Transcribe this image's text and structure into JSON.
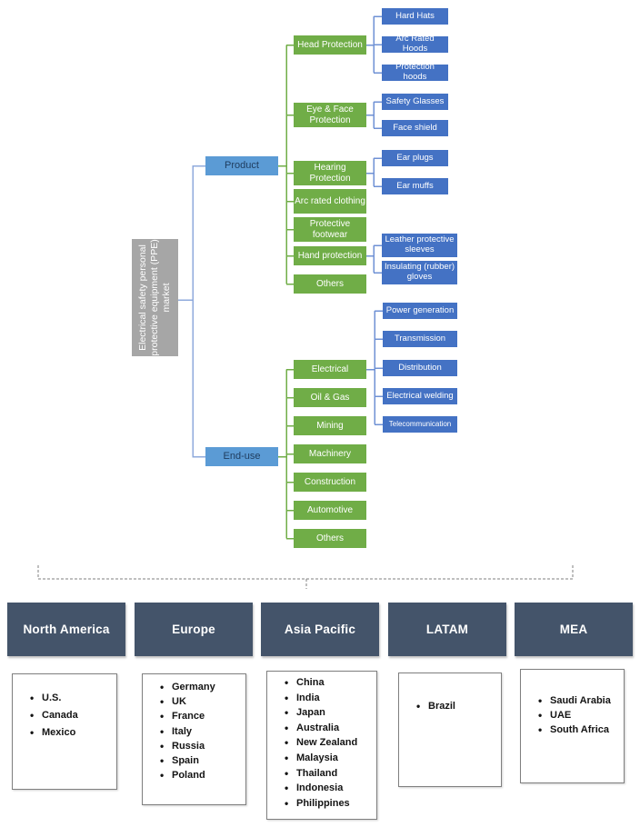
{
  "tree": {
    "root_label": "Electrical safety personal protective equipment (PPE) market",
    "product": {
      "label": "Product",
      "segments": [
        {
          "label": "Head Protection"
        },
        {
          "label": "Eye & Face Protection"
        },
        {
          "label": "Hearing Protection"
        },
        {
          "label": "Arc rated clothing"
        },
        {
          "label": "Protective footwear"
        },
        {
          "label": "Hand protection"
        },
        {
          "label": "Others"
        }
      ],
      "subsegments": [
        {
          "label": "Hard Hats",
          "parent": "Head Protection"
        },
        {
          "label": "Arc Rated Hoods",
          "parent": "Head Protection"
        },
        {
          "label": "Protection hoods",
          "parent": "Head Protection"
        },
        {
          "label": "Safety Glasses",
          "parent": "Eye & Face Protection"
        },
        {
          "label": "Face shield",
          "parent": "Eye & Face Protection"
        },
        {
          "label": "Ear plugs",
          "parent": "Hearing Protection"
        },
        {
          "label": "Ear muffs",
          "parent": "Hearing Protection"
        },
        {
          "label": "Leather protective sleeves",
          "parent": "Hand protection"
        },
        {
          "label": "Insulating (rubber) gloves",
          "parent": "Hand protection"
        }
      ]
    },
    "end_use": {
      "label": "End-use",
      "segments": [
        {
          "label": "Electrical"
        },
        {
          "label": "Oil & Gas"
        },
        {
          "label": "Mining"
        },
        {
          "label": "Machinery"
        },
        {
          "label": "Construction"
        },
        {
          "label": "Automotive"
        },
        {
          "label": "Others"
        }
      ],
      "subsegments": [
        {
          "label": "Power generation",
          "parent": "Electrical"
        },
        {
          "label": "Transmission",
          "parent": "Electrical"
        },
        {
          "label": "Distribution",
          "parent": "Electrical"
        },
        {
          "label": "Electrical welding",
          "parent": "Electrical"
        },
        {
          "label": "Telecommunication",
          "parent": "Electrical"
        }
      ]
    }
  },
  "regions": [
    {
      "name": "North America",
      "countries": [
        "U.S.",
        "Canada",
        "Mexico"
      ]
    },
    {
      "name": "Europe",
      "countries": [
        "Germany",
        "UK",
        "France",
        "Italy",
        "Russia",
        "Spain",
        "Poland"
      ]
    },
    {
      "name": "Asia Pacific",
      "countries": [
        "China",
        "India",
        "Japan",
        "Australia",
        "New Zealand",
        "Malaysia",
        "Thailand",
        "Indonesia",
        "Philippines"
      ]
    },
    {
      "name": "LATAM",
      "countries": [
        "Brazil"
      ]
    },
    {
      "name": "MEA",
      "countries": [
        "Saudi Arabia",
        "UAE",
        "South Africa"
      ]
    }
  ],
  "colors": {
    "segment_green": "#70ad47",
    "subsegment_blue": "#4472c4",
    "branch_light_blue": "#5b9bd5",
    "root_gray": "#a6a6a6",
    "region_header": "#44546a",
    "connector_light_blue": "#8faadc",
    "connector_green": "#70ad47",
    "connector_blue": "#6f91d4",
    "bracket_gray": "#7f7f7f"
  }
}
